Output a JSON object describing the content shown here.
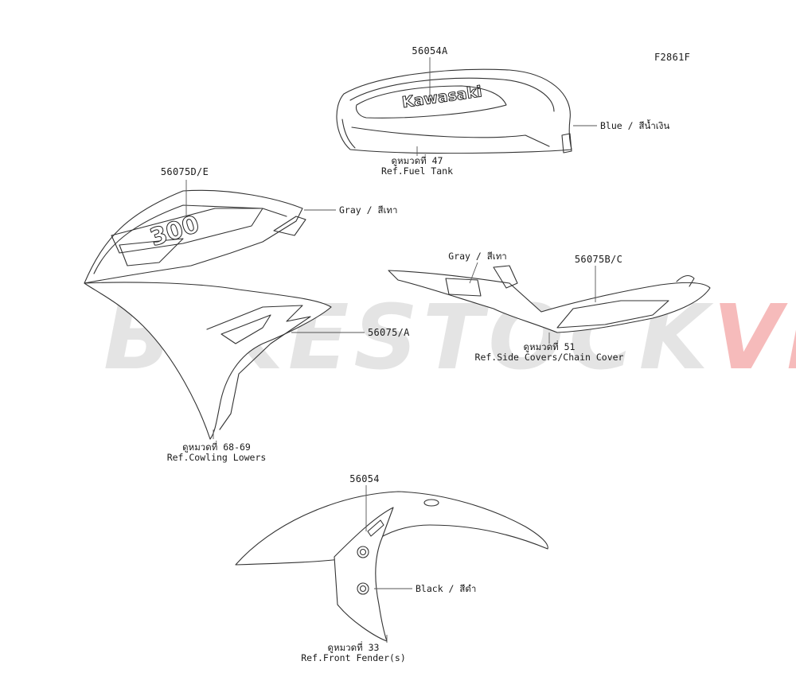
{
  "figure_id": "F2861F",
  "watermark": {
    "main": "BIKESTOCK",
    "accent": "VN"
  },
  "tank": {
    "part_number": "56054A",
    "logo_text": "Kawasaki",
    "color_note": "Blue / สีน้ำเงิน",
    "ref_thai": "ดูหมวดที่ 47",
    "ref_text": "Ref.Fuel Tank"
  },
  "cowling": {
    "part_number": "56075D/E",
    "inner_part_number": "56075/A",
    "model_text": "300",
    "color_note": "Gray / สีเทา",
    "ref_thai": "ดูหมวดที่ 68-69",
    "ref_text": "Ref.Cowling Lowers"
  },
  "side_cover": {
    "part_number": "56075B/C",
    "color_note": "Gray / สีเทา",
    "ref_thai": "ดูหมวดที่ 51",
    "ref_text": "Ref.Side Covers/Chain Cover"
  },
  "fender": {
    "part_number": "56054",
    "color_note": "Black / สีดำ",
    "ref_thai": "ดูหมวดที่ 33",
    "ref_text": "Ref.Front Fender(s)"
  }
}
